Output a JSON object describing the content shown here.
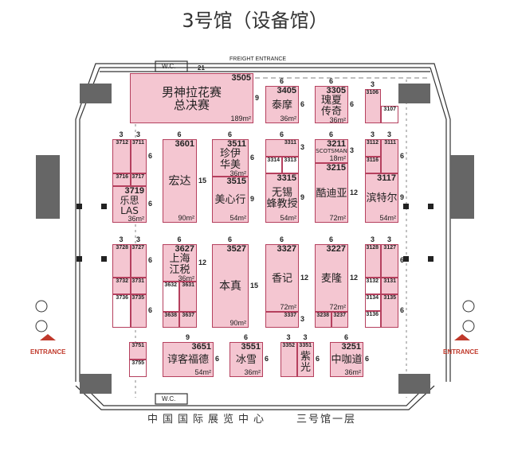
{
  "title": "3号馆（设备馆）",
  "labels": {
    "wc_top": "W.C.",
    "wc_bottom": "W.C.",
    "freight": "FREIGHT ENTRANCE",
    "entrance_left": "ENTRANCE",
    "entrance_right": "ENTRANCE",
    "gate_num": "21"
  },
  "footer": {
    "venue": "中国国际展览中心",
    "floor": "三号馆一层"
  },
  "colors": {
    "booth_fill": "#f4c6d1",
    "booth_border": "#b5405e",
    "entrance": "#c0392b"
  },
  "booths": {
    "3505": {
      "name": "男神拉花赛\n总决赛",
      "area": "189m²",
      "side": "9"
    },
    "3405": {
      "name": "泰摩",
      "area": "36m²",
      "top": "6",
      "side": "6"
    },
    "3305": {
      "name": "瑰夏\n传奇",
      "area": "36m²",
      "top": "6",
      "side": "6"
    },
    "3106": {
      "name": "",
      "area": "",
      "top": "3"
    },
    "3107": {
      "name": "",
      "area": ""
    },
    "3712": {
      "name": "",
      "area": "",
      "top": "3"
    },
    "3711": {
      "name": "",
      "area": "",
      "top": "3",
      "side": "6"
    },
    "3716": {
      "name": "",
      "area": ""
    },
    "3717": {
      "name": "",
      "area": ""
    },
    "3719": {
      "name": "乐思\nLAS",
      "area": "36m²",
      "side": "6"
    },
    "3601": {
      "name": "宏达",
      "area": "90m²",
      "top": "6",
      "side": "15"
    },
    "3511": {
      "name": "珍伊\n华美",
      "area": "36m²",
      "top": "6",
      "side": "6"
    },
    "3515": {
      "name": "美心行",
      "area": "54m²",
      "side": "9"
    },
    "3311": {
      "name": "",
      "area": "",
      "top": "6",
      "side": "3"
    },
    "3314": {
      "name": "",
      "area": ""
    },
    "3313": {
      "name": "",
      "area": ""
    },
    "3315": {
      "name": "无锡\n蜂教授",
      "area": "54m²",
      "side": "9"
    },
    "3211": {
      "name": "SCOTSMAN",
      "area": "18m²",
      "top": "6",
      "side": "3"
    },
    "3215": {
      "name": "酷迪亚",
      "area": "72m²",
      "side": "12"
    },
    "3112": {
      "name": "",
      "area": "",
      "top": "3"
    },
    "3111": {
      "name": "",
      "area": "",
      "top": "3",
      "side": "6"
    },
    "3116": {
      "name": "",
      "area": ""
    },
    "3117": {
      "name": "滨特尔",
      "area": "54m²",
      "side": "9"
    },
    "3728": {
      "name": "",
      "area": "",
      "top": "3"
    },
    "3727": {
      "name": "",
      "area": "",
      "top": "3",
      "side": "6"
    },
    "3732": {
      "name": "",
      "area": ""
    },
    "3731": {
      "name": "",
      "area": ""
    },
    "3736": {
      "name": "",
      "area": ""
    },
    "3735": {
      "name": "",
      "area": "",
      "side": "6"
    },
    "3627": {
      "name": "上海\n江税",
      "area": "36m²",
      "top": "6",
      "side": "12"
    },
    "3632": {
      "name": "",
      "area": ""
    },
    "3631": {
      "name": "",
      "area": ""
    },
    "3638": {
      "name": "",
      "area": ""
    },
    "3637": {
      "name": "",
      "area": ""
    },
    "3527": {
      "name": "本真",
      "area": "90m²",
      "top": "6",
      "side": "15"
    },
    "3327": {
      "name": "香记",
      "area": "72m²",
      "top": "6",
      "side": "12"
    },
    "3337": {
      "name": "",
      "area": "",
      "side": "3"
    },
    "3227": {
      "name": "麦隆",
      "area": "72m²",
      "top": "6",
      "side": "12"
    },
    "3238": {
      "name": "",
      "area": ""
    },
    "3237": {
      "name": "",
      "area": ""
    },
    "3128": {
      "name": "",
      "area": "",
      "top": "3"
    },
    "3127": {
      "name": "",
      "area": "",
      "top": "3",
      "side": "6"
    },
    "3132": {
      "name": "",
      "area": ""
    },
    "3131": {
      "name": "",
      "area": ""
    },
    "3134": {
      "name": "",
      "area": ""
    },
    "3135": {
      "name": "",
      "area": "",
      "side": "6"
    },
    "3136": {
      "name": "",
      "area": ""
    },
    "3751": {
      "name": "",
      "area": ""
    },
    "3755": {
      "name": "",
      "area": ""
    },
    "3651": {
      "name": "谆客福德",
      "area": "54m²",
      "top": "9",
      "side": "6"
    },
    "3551": {
      "name": "冰雪",
      "area": "36m²",
      "top": "6",
      "side": "6"
    },
    "3352": {
      "name": "",
      "area": "",
      "top": "3"
    },
    "3351": {
      "name": "紫\n光",
      "area": "",
      "top": "3",
      "side": "6"
    },
    "3251": {
      "name": "中咖道",
      "area": "36m²",
      "top": "6",
      "side": "6"
    }
  }
}
